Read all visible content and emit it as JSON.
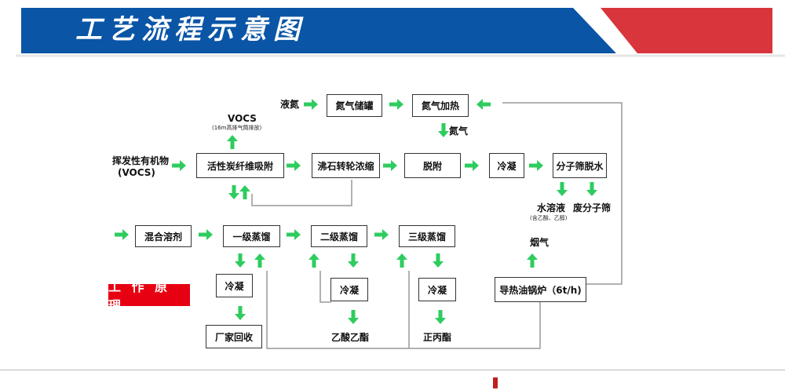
{
  "header": {
    "title": "工艺流程示意图"
  },
  "badge": {
    "label": "工 作 原 理"
  },
  "labels": {
    "ye_dan": "液氮",
    "dan_qi": "氮气",
    "vocs_out": "VOCS",
    "vocs_note": "(16m高排气筒排放)",
    "voc_in_1": "挥发性有机物",
    "voc_in_2": "(VOCS)",
    "shui_rong_ye": "水溶液",
    "shui_note": "(含乙酸、乙醇)",
    "fei_fen_zi_shai": "废分子筛",
    "yan_qi": "烟气",
    "yi_suan_yi_zhi": "乙酸乙酯",
    "zheng_bing_zhi": "正丙酯"
  },
  "boxes": {
    "dan_qi_chu_guan": "氮气储罐",
    "dan_qi_jia_re": "氮气加热",
    "huo_xing_tan": "活性炭纤维吸附",
    "fei_shi": "沸石转轮浓缩",
    "tuo_fu": "脱附",
    "leng_ning_1": "冷凝",
    "fen_zi_shai": "分子筛脱水",
    "hun_he": "混合溶剂",
    "yi_ji": "一级蒸馏",
    "er_ji": "二级蒸馏",
    "san_ji": "三级蒸馏",
    "leng_ning_2": "冷凝",
    "leng_ning_3": "冷凝",
    "leng_ning_4": "冷凝",
    "chang_jia": "厂家回收",
    "guo_lu": "导热油锅炉（6t/h)"
  },
  "colors": {
    "banner_blue": "#0a55a6",
    "banner_red": "#d8363c",
    "arrow_green": "#2ecc5f",
    "line_gray": "#999999",
    "badge_red": "#e60012"
  }
}
